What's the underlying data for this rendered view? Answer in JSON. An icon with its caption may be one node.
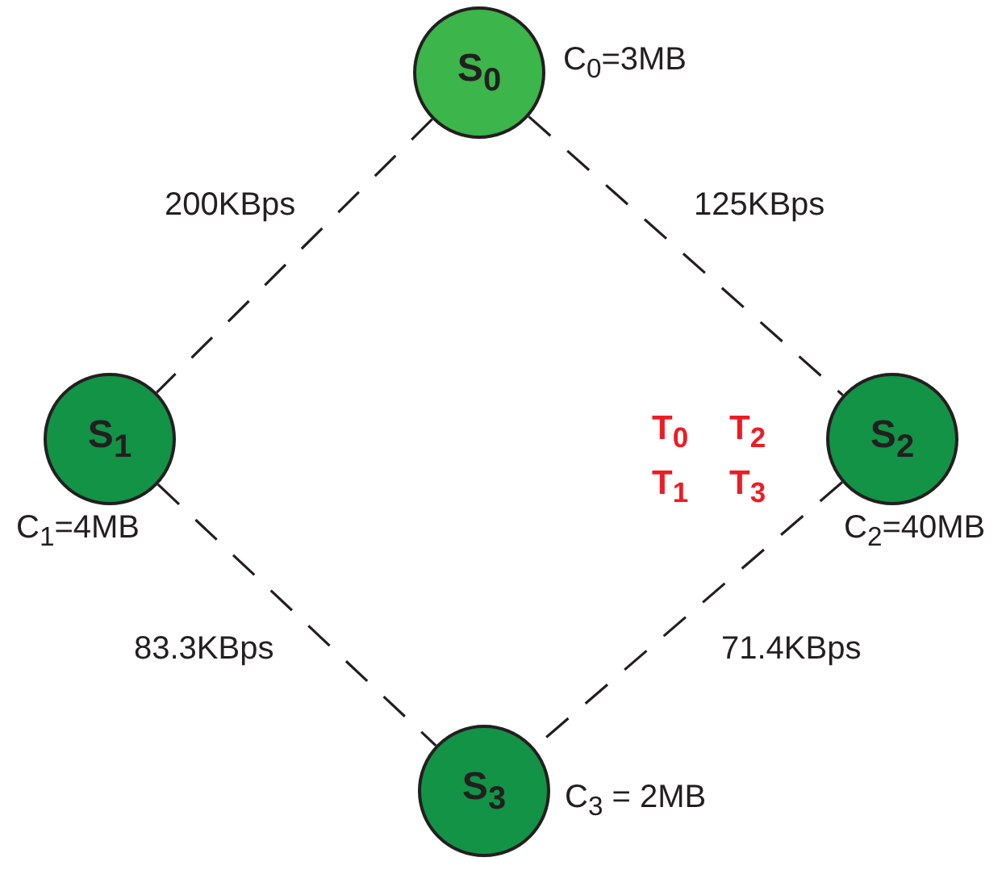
{
  "diagram": {
    "nodes": [
      {
        "text": [
          "S$_{0}$"
        ],
        "beside": [
          "C$_{0}$=3MB"
        ]
      },
      {
        "text": [
          "S$_{1}$"
        ],
        "beside": [
          "C$_{1}$=4MB"
        ]
      },
      {
        "text": [
          "S$_{2}$"
        ],
        "beside": [
          "C$_{2}$=40MB"
        ]
      },
      {
        "text": [
          "S$_{3}$"
        ],
        "beside": [
          "C$_{3}$ = 2MB"
        ]
      }
    ],
    "edges": [
      {
        "from": 0,
        "to": 1,
        "arrow": "none",
        "label": "200KBps",
        "style": "dashed"
      },
      {
        "from": 0,
        "to": 2,
        "arrow": "none",
        "label": "125KBps",
        "style": "dashed"
      },
      {
        "from": 1,
        "to": 3,
        "arrow": "none",
        "label": "83.3KBps",
        "style": "dashed"
      },
      {
        "from": 2,
        "to": 3,
        "arrow": "none",
        "label": "71.4KBps",
        "style": "dashed"
      }
    ],
    "labels": [
      "T$_{0}$",
      "T$_{2}$",
      "T$_{1}$",
      "T$_{3}$"
    ]
  }
}
